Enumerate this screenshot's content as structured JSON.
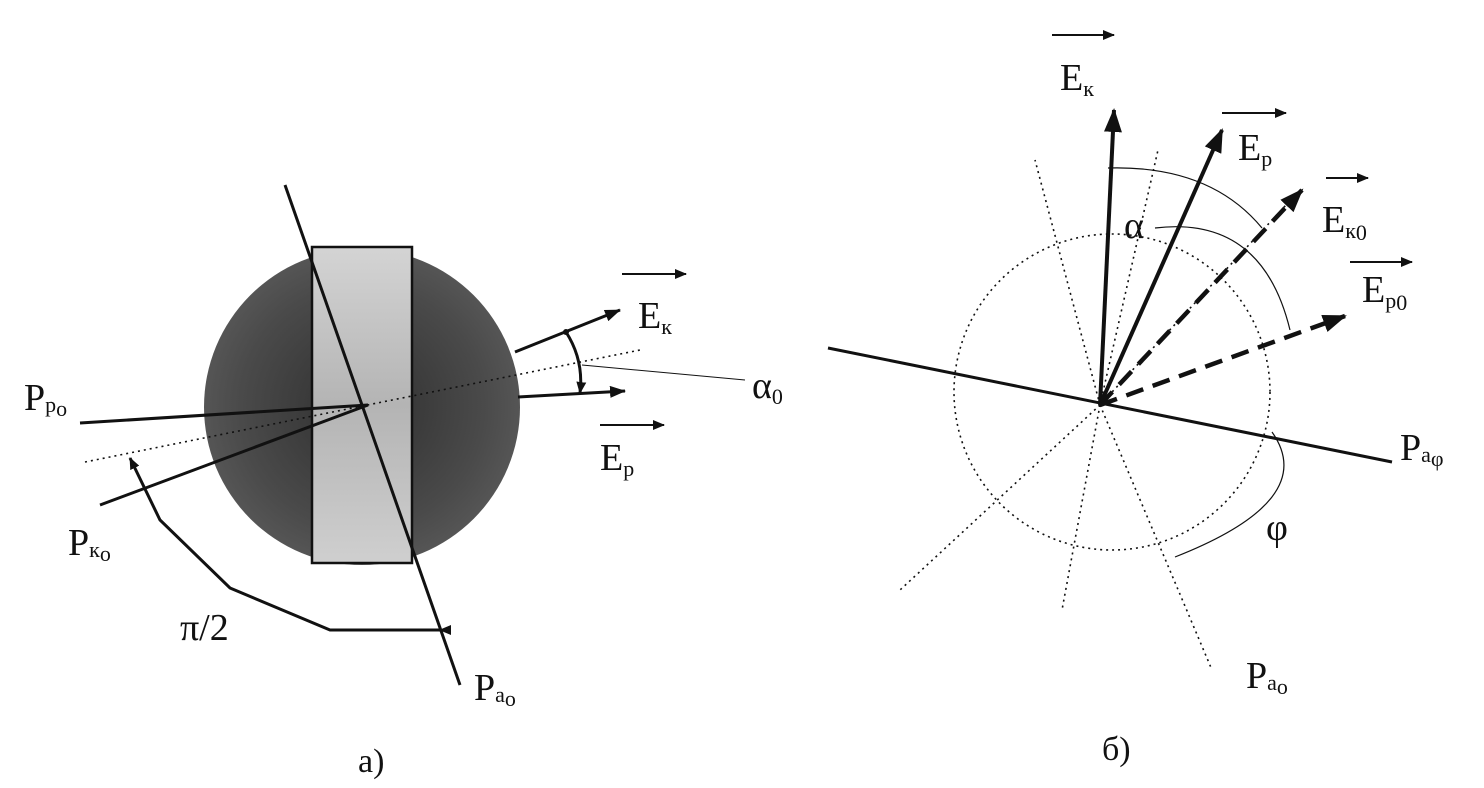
{
  "left_panel": {
    "caption": "а)",
    "labels": {
      "ek": "E",
      "ek_sub": "к",
      "ep": "E",
      "ep_sub": "p",
      "alpha0": "α",
      "alpha0_sub": "0",
      "pro": "P",
      "pro_sub": "р",
      "pro_sub2": "o",
      "pko": "P",
      "pko_sub": "к",
      "pko_sub2": "o",
      "pi2": "π/2",
      "pao": "P",
      "pao_sub": "a",
      "pao_sub2": "o"
    }
  },
  "right_panel": {
    "caption": "б)",
    "labels": {
      "ek": "E",
      "ek_sub": "к",
      "ep": "E",
      "ep_sub": "p",
      "eko": "E",
      "eko_sub": "к",
      "eko_sub2": "0",
      "epo": "E",
      "epo_sub": "p",
      "epo_sub2": "0",
      "alpha": "α",
      "pa_phi": "P",
      "pa_phi_sub": "a",
      "pa_phi_sub2": "φ",
      "phi": "φ",
      "pao": "P",
      "pao_sub": "a",
      "pao_sub2": "o"
    }
  },
  "colors": {
    "ink": "#111111",
    "disc_dark": "#4a4a4a",
    "plate": "#c8c8c8"
  }
}
